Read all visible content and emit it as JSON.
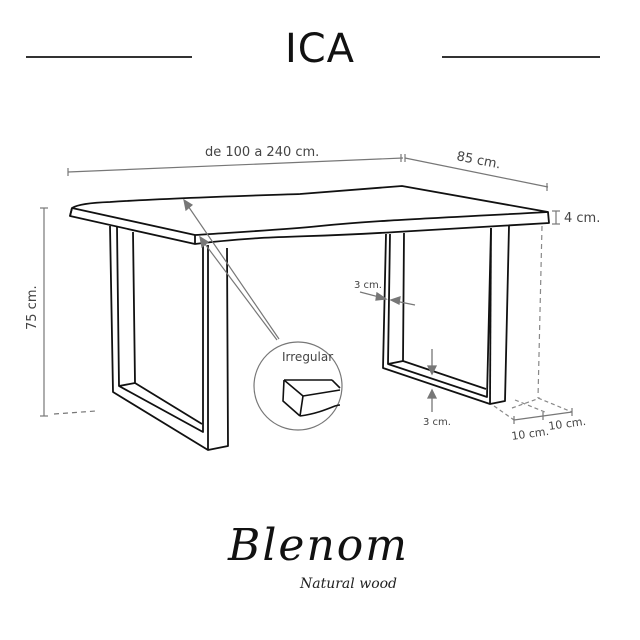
{
  "header": {
    "title": "ICA"
  },
  "dimensions": {
    "length": "de 100 a 240 cm.",
    "depth": "85 cm.",
    "top_thickness": "4 cm.",
    "height": "75 cm.",
    "leg_side_width": "3 cm.",
    "leg_bottom_width": "3 cm.",
    "leg_inset_front": "10 cm.",
    "leg_inset_side": "10 cm."
  },
  "callout": {
    "label": "Irregular"
  },
  "brand": {
    "name": "Blenom",
    "tagline": "Natural wood"
  },
  "colors": {
    "line": "#111111",
    "dimension": "#777777",
    "text": "#444444"
  }
}
